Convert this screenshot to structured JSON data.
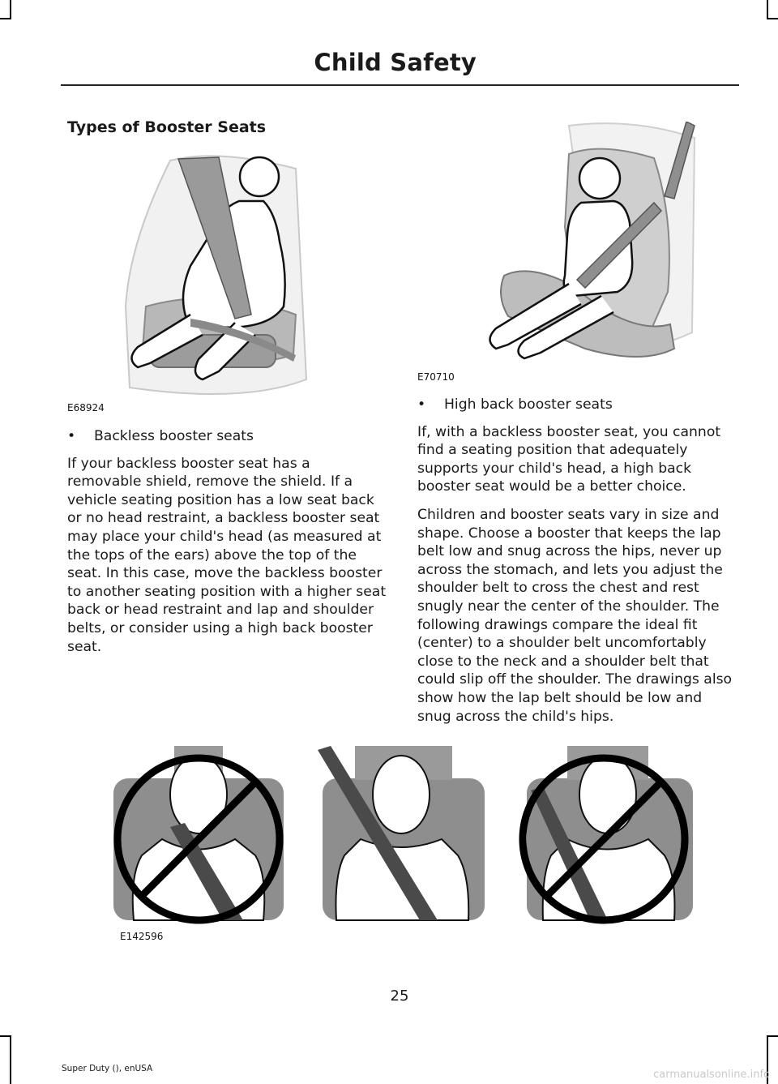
{
  "header": {
    "title": "Child Safety"
  },
  "section": {
    "heading": "Types of Booster Seats"
  },
  "left": {
    "figure_code": "E68924",
    "bullet": "Backless booster seats",
    "paragraph": "If your backless booster seat has a removable shield, remove the shield. If a vehicle seating position has a low seat back or no head restraint, a backless booster seat may place your child's head (as measured at the tops of the ears) above the top of the seat. In this case, move the backless booster to another seating position with a higher seat back or head restraint and lap and shoulder belts, or consider using a high back booster seat."
  },
  "right": {
    "figure_code": "E70710",
    "bullet": "High back booster seats",
    "paragraph1": "If, with a backless booster seat, you cannot find a seating position that adequately supports your child's head, a high back booster seat would be a better choice.",
    "paragraph2": "Children and booster seats vary in size and shape. Choose a booster that keeps the lap belt low and snug across the hips, never up across the stomach, and lets you adjust the shoulder belt to cross the chest and rest snugly near the center of the shoulder. The following drawings compare the ideal fit (center) to a shoulder belt uncomfortably close to the neck and a shoulder belt that could slip off the shoulder. The drawings also show how the lap belt should be low and snug across the child's hips."
  },
  "bottom": {
    "figure_code": "E142596"
  },
  "page_number": "25",
  "footer": "Super Duty (), enUSA",
  "watermark": "carmanualsonline.info",
  "colors": {
    "seat_gray": "#8e8e8e",
    "belt_dark": "#4a4a4a",
    "prohibit": "#000000"
  }
}
